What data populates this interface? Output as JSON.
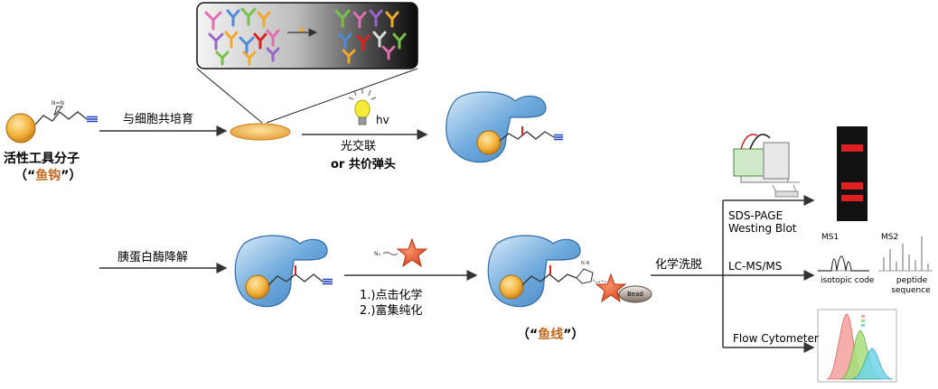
{
  "probe": {
    "name": "活性工具分子",
    "alias_open": "（“",
    "alias": "鱼钩",
    "alias_close": "”）"
  },
  "step1": {
    "label": "与细胞共培育"
  },
  "step2": {
    "light_label": "hv",
    "label": "光交联",
    "alt_label": "or 共价弹头"
  },
  "step3": {
    "label": "胰蛋白酶降解"
  },
  "step4": {
    "label_1": "1.)点击化学",
    "label_2": "2.)富集纯化"
  },
  "product": {
    "alias_open": "（“",
    "alias": "鱼线",
    "alias_close": "”）",
    "bead_label": "Bead"
  },
  "elution": {
    "label": "化学洗脱"
  },
  "methods": {
    "sds_line1": "SDS-PAGE",
    "sds_line2": "Westing Blot",
    "lcms": "LC-MS/MS",
    "flow": "Flow Cytometer"
  },
  "ms_panel": {
    "ms1": "MS1",
    "ms2": "MS2",
    "isotopic": "isotopic code",
    "peptide_1": "peptide",
    "peptide_2": "sequence"
  },
  "colors": {
    "protein": "#5b9bd5",
    "protein_light": "#d6e8f7",
    "ball": "#f0a830",
    "alkyne": "#1f3fbf",
    "star": "#e8541e",
    "accent_text": "#c0651a",
    "gel_band": "#e02020"
  }
}
